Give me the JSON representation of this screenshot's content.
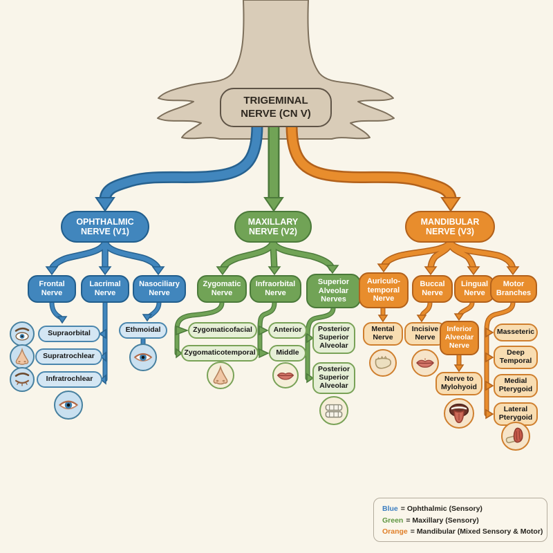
{
  "title": "TRIGEMINAL NERVE (CN V)",
  "colors": {
    "blue": "#4186bd",
    "green": "#71a356",
    "orange": "#e88d2d",
    "trunk": "#d9ccb8",
    "background": "#f9f5ea"
  },
  "branches": {
    "ophthalmic": {
      "label": "OPHTHALMIC NERVE (V1)",
      "children": {
        "frontal": "Frontal Nerve",
        "lacrimal": "Lacrimal Nerve",
        "nasociliary": "Nasociliary Nerve"
      },
      "terminal": {
        "supraorbital": "Supraorbital",
        "supratrochlear": "Supratrochlear",
        "infratrochlear": "Infratrochlear",
        "ethmoidal": "Ethmoidal"
      }
    },
    "maxillary": {
      "label": "MAXILLARY NERVE (V2)",
      "children": {
        "zygomatic": "Zygomatic Nerve",
        "infraorbital": "Infraorbital Nerve",
        "superior_alveolar": "Superior Alveolar Nerves"
      },
      "terminal": {
        "zygomaticofacial": "Zygomaticofacial",
        "zygomaticotemporal": "Zygomaticotemporal",
        "anterior": "Anterior",
        "middle": "Middle",
        "posterior_superior_alveolar_1": "Posterior Superior Alveolar",
        "posterior_superior_alveolar_2": "Posterior Superior Alveolar"
      }
    },
    "mandibular": {
      "label": "MANDIBULAR NERVE (V3)",
      "children": {
        "auriculotemporal": "Auriculo-temporal Nerve",
        "buccal": "Buccal Nerve",
        "lingual": "Lingual Nerve",
        "motor": "Motor Branches"
      },
      "terminal": {
        "mental": "Mental Nerve",
        "incisive": "Incisive Nerve",
        "inferior_alveolar": "Inferior Alveolar Nerve",
        "nerve_to_mylohyoid": "Nerve to Mylohyoid",
        "masseteric": "Masseteric",
        "deep_temporal": "Deep Temporal",
        "medial_pterygoid": "Medial Pterygoid",
        "lateral_pterygoid": "Lateral Pterygoid"
      }
    }
  },
  "icons": {
    "ophthalmic": [
      "eyebrow-eye",
      "nose",
      "closed-eye",
      "eye",
      "eye"
    ],
    "maxillary": [
      "nose",
      "lips",
      "teeth"
    ],
    "mandibular": [
      "jaw",
      "lips",
      "tongue",
      "muscle"
    ]
  },
  "legend": {
    "items": [
      {
        "term": "Blue",
        "rest": "= Ophthalmic (Sensory)",
        "color": "#3d7fc1"
      },
      {
        "term": "Green",
        "rest": "= Maxillary (Sensory)",
        "color": "#5f9641"
      },
      {
        "term": "Orange",
        "rest": "= Mandibular (Mixed Sensory & Motor)",
        "color": "#e07f28"
      }
    ]
  }
}
